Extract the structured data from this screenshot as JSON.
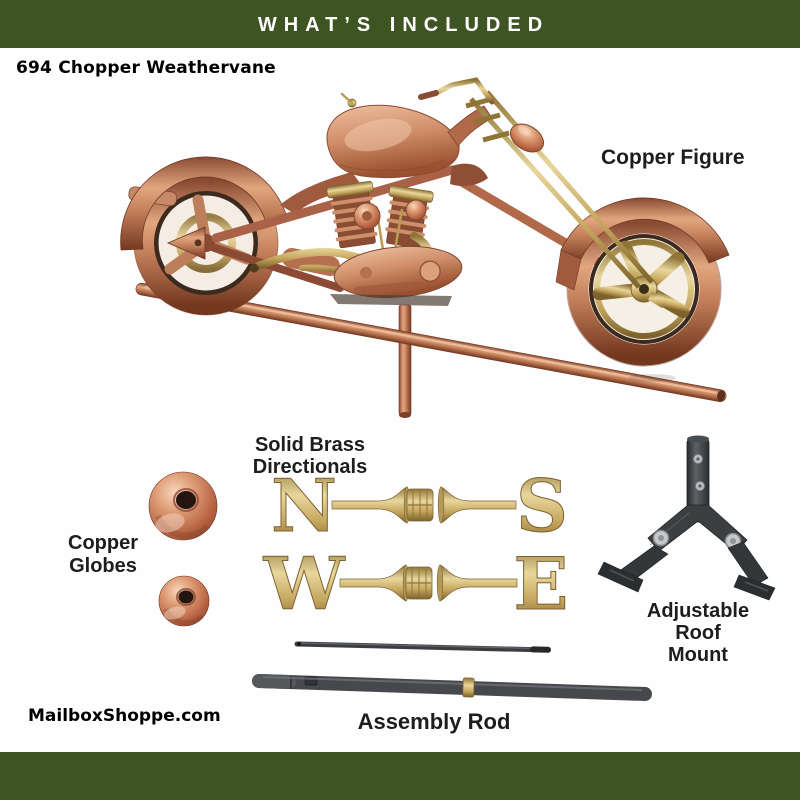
{
  "banner": {
    "title": "WHAT’S INCLUDED",
    "bg_color": "#3e5422",
    "text_color": "#ffffff"
  },
  "product": {
    "name": "694 Chopper Weathervane"
  },
  "parts": {
    "figure_label": "Copper Figure",
    "globes_label_lines": [
      "Copper",
      "Globes"
    ],
    "directionals_label_lines": [
      "Solid Brass",
      "Directionals"
    ],
    "mount_label_lines": [
      "Adjustable",
      "Roof",
      "Mount"
    ],
    "assembly_rod_label": "Assembly Rod"
  },
  "directional_letters": {
    "north": "N",
    "south": "S",
    "west": "W",
    "east": "E"
  },
  "watermark": "MailboxShoppe.com",
  "footer": {
    "bg_color": "#3e5422"
  },
  "palette": {
    "copper": "#c07c58",
    "copper_dark": "#7c3f2a",
    "copper_light": "#e0a27f",
    "brass": "#c4a55c",
    "brass_light": "#e8d79c",
    "steel_dark": "#3a3d40",
    "label_text": "#1d1d1d"
  }
}
